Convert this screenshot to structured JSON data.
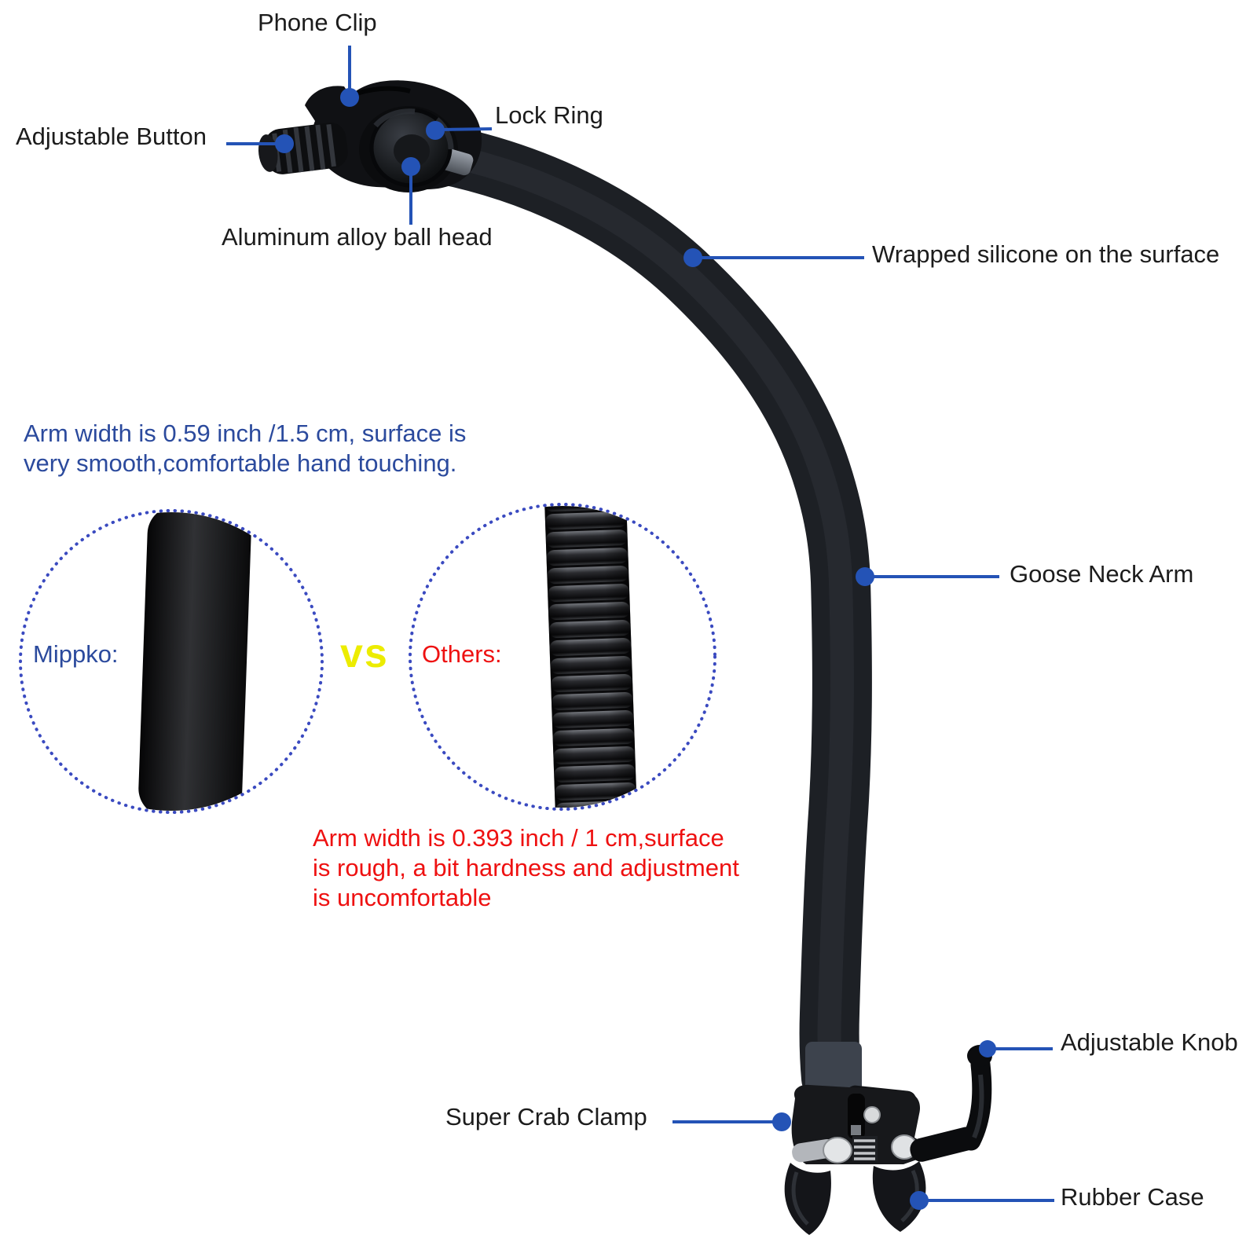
{
  "callouts": {
    "phone_clip": "Phone Clip",
    "lock_ring": "Lock Ring",
    "adjustable_button": "Adjustable Button",
    "ball_head": "Aluminum alloy ball head",
    "wrapped_silicone": "Wrapped silicone on the surface",
    "goose_neck_arm": "Goose Neck Arm",
    "adjustable_knob": "Adjustable Knob",
    "super_crab_clamp": "Super Crab Clamp",
    "rubber_case": "Rubber Case"
  },
  "comparison": {
    "mippko_label": "Mippko:",
    "vs_label": "vs",
    "others_label": "Others:",
    "mippko_note": {
      "line1": "Arm width is 0.59 inch /1.5 cm, surface is",
      "line2": "very smooth,comfortable hand touching."
    },
    "others_note": {
      "line1": "Arm width is 0.393 inch / 1 cm,surface",
      "line2": "is rough, a bit hardness and adjustment",
      "line3": "is uncomfortable"
    }
  },
  "colors": {
    "leader_blue": "#2453b6",
    "dotted_circle_blue": "#3a4ac0",
    "note_blue": "#2b4a9d",
    "note_red": "#ee1111",
    "vs_yellow": "#ecec00",
    "label_black": "#1c1c1c",
    "product_black": "#1d2025",
    "arm_end_gray": "#3d434d"
  }
}
